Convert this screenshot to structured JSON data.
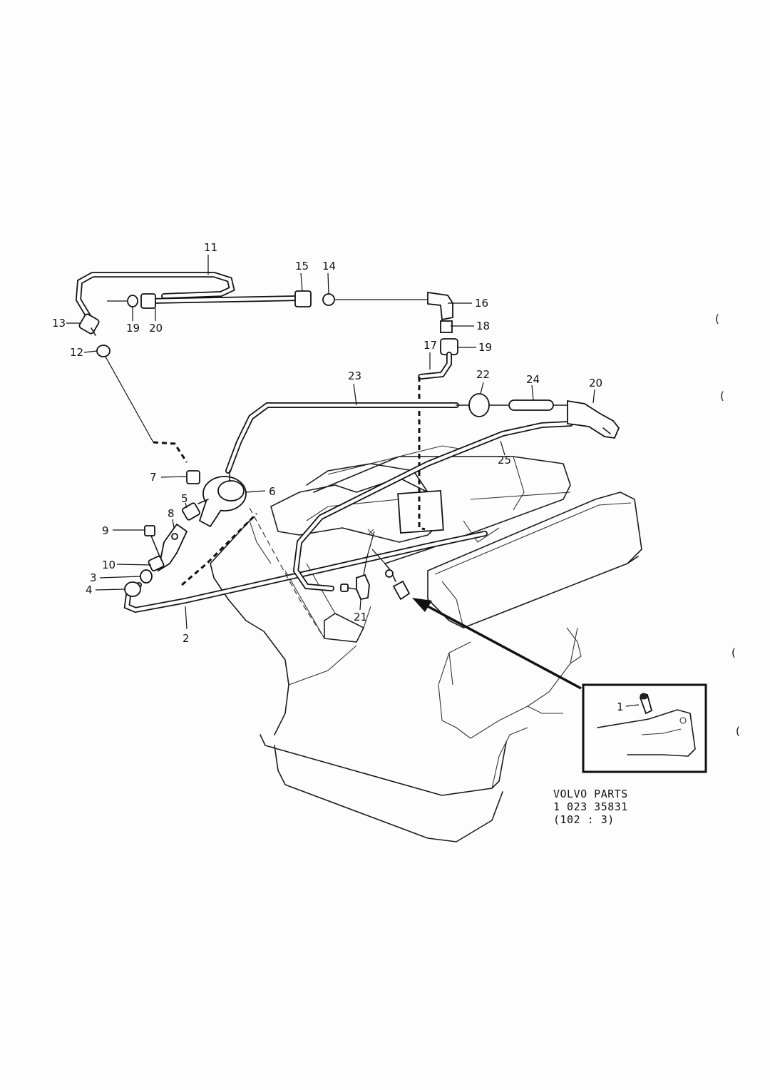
{
  "diagram": {
    "callouts": [
      {
        "id": "c1",
        "text": "1"
      },
      {
        "id": "c2",
        "text": "2"
      },
      {
        "id": "c3",
        "text": "3"
      },
      {
        "id": "c4",
        "text": "4"
      },
      {
        "id": "c5",
        "text": "5"
      },
      {
        "id": "c6",
        "text": "6"
      },
      {
        "id": "c7",
        "text": "7"
      },
      {
        "id": "c8",
        "text": "8"
      },
      {
        "id": "c9",
        "text": "9"
      },
      {
        "id": "c10",
        "text": "10"
      },
      {
        "id": "c11",
        "text": "11"
      },
      {
        "id": "c12",
        "text": "12"
      },
      {
        "id": "c13",
        "text": "13"
      },
      {
        "id": "c14",
        "text": "14"
      },
      {
        "id": "c15",
        "text": "15"
      },
      {
        "id": "c16",
        "text": "16"
      },
      {
        "id": "c17",
        "text": "17"
      },
      {
        "id": "c18",
        "text": "18"
      },
      {
        "id": "c19a",
        "text": "19"
      },
      {
        "id": "c19b",
        "text": "19"
      },
      {
        "id": "c20a",
        "text": "20"
      },
      {
        "id": "c20b",
        "text": "20"
      },
      {
        "id": "c21",
        "text": "21"
      },
      {
        "id": "c22",
        "text": "22"
      },
      {
        "id": "c23",
        "text": "23"
      },
      {
        "id": "c24",
        "text": "24"
      },
      {
        "id": "c25",
        "text": "25"
      }
    ],
    "caption": {
      "line1": "VOLVO  PARTS",
      "line2": "1  023   35831",
      "line3": "(102 : 3)"
    },
    "margin_marks": [
      "(",
      "(",
      "(",
      "("
    ]
  }
}
